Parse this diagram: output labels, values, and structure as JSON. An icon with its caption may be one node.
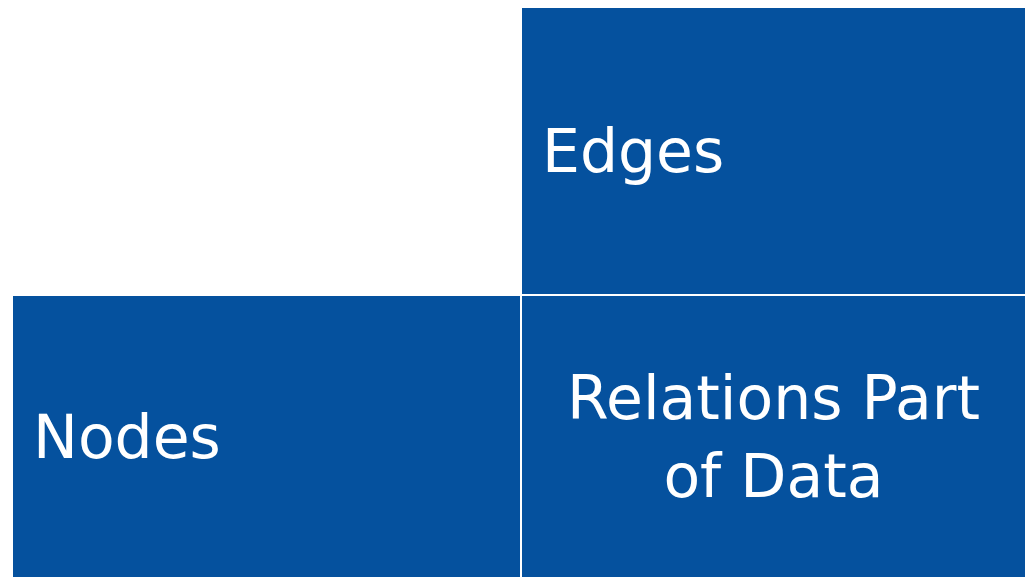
{
  "diagram": {
    "nodes": [
      {
        "text": [
          "Edges"
        ]
      },
      {
        "text": [
          "Nodes"
        ]
      },
      {
        "text": [
          "Relations Part of Data"
        ]
      }
    ]
  }
}
